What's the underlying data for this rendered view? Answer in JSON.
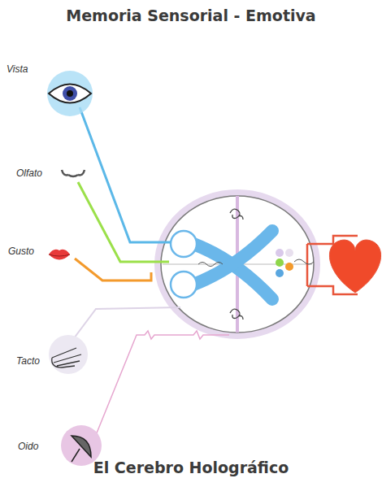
{
  "diagram": {
    "title": "Memoria Sensorial - Emotiva",
    "caption": "El Cerebro Holográfico",
    "labels": [
      "Vista",
      "Olfato",
      "Gusto",
      "Tacto",
      "Oido"
    ]
  }
}
